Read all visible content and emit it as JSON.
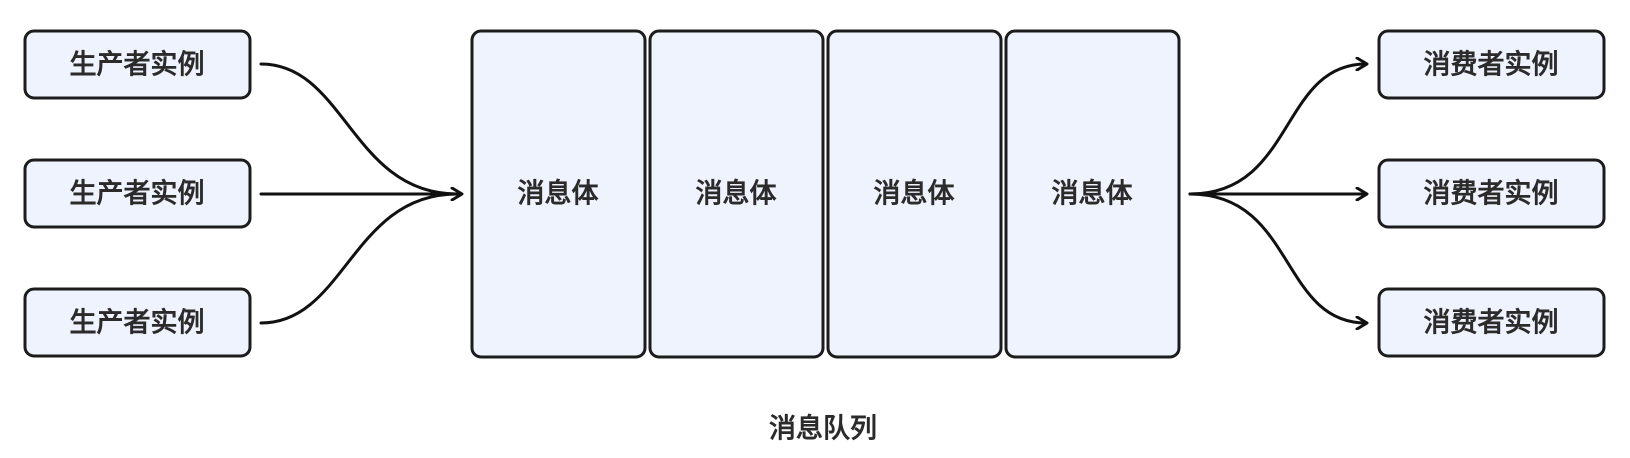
{
  "producers": [
    {
      "label": "生产者实例"
    },
    {
      "label": "生产者实例"
    },
    {
      "label": "生产者实例"
    }
  ],
  "queue": {
    "messages": [
      {
        "label": "消息体"
      },
      {
        "label": "消息体"
      },
      {
        "label": "消息体"
      },
      {
        "label": "消息体"
      }
    ],
    "caption": "消息队列"
  },
  "consumers": [
    {
      "label": "消费者实例"
    },
    {
      "label": "消费者实例"
    },
    {
      "label": "消费者实例"
    }
  ],
  "colors": {
    "box_fill": "#eef3fd",
    "stroke": "#1c1c1c",
    "text": "#2b2b2b"
  }
}
